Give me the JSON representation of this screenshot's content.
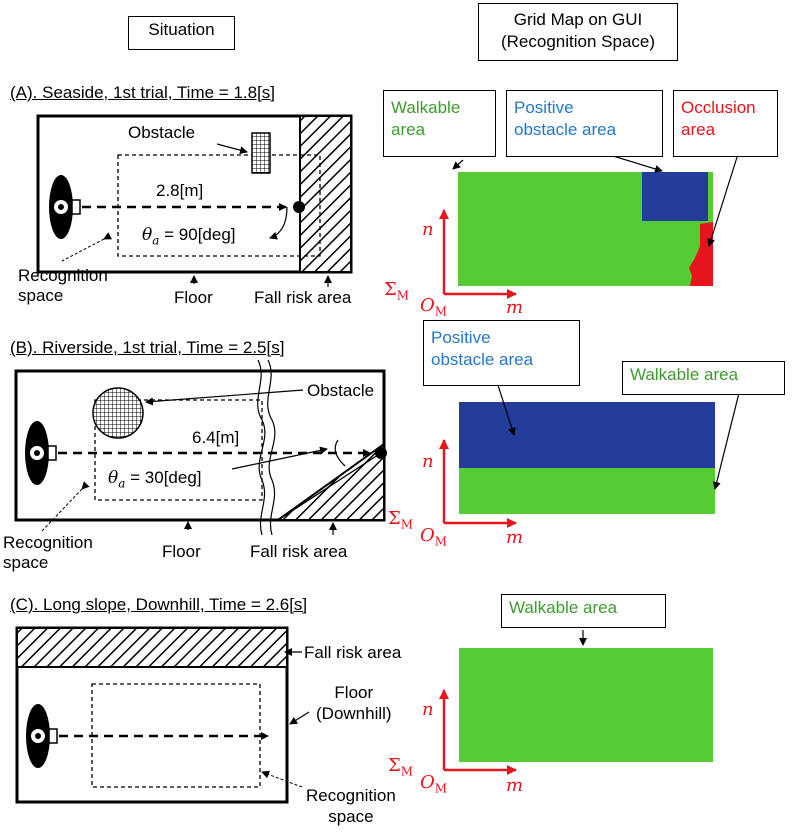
{
  "headers": {
    "situation": "Situation",
    "gui_line1": "Grid Map on GUI",
    "gui_line2": "(Recognition Space)"
  },
  "panel_a": {
    "title": "(A). Seaside, 1st trial, Time = 1.8[s]",
    "obstacle": "Obstacle",
    "distance": "2.8[m]",
    "theta_symbol": "θ",
    "theta_sub": "a",
    "theta_value": "= 90[deg]",
    "recognition_line1": "Recognition",
    "recognition_line2": "space",
    "floor": "Floor",
    "fall_risk": "Fall risk area",
    "callout_walkable_line1": "Walkable",
    "callout_walkable_line2": "area",
    "callout_positive_line1": "Positive",
    "callout_positive_line2": "obstacle area",
    "callout_occlusion_line1": "Occlusion",
    "callout_occlusion_line2": "area"
  },
  "panel_b": {
    "title": "(B). Riverside, 1st trial, Time = 2.5[s]",
    "obstacle": "Obstacle",
    "distance": "6.4[m]",
    "theta_symbol": "θ",
    "theta_sub": "a",
    "theta_value": "= 30[deg]",
    "recognition_line1": "Recognition",
    "recognition_line2": "space",
    "floor": "Floor",
    "fall_risk": "Fall risk area",
    "callout_positive_line1": "Positive",
    "callout_positive_line2": "obstacle area",
    "callout_walkable": "Walkable area"
  },
  "panel_c": {
    "title": "(C). Long slope, Downhill, Time = 2.6[s]",
    "fall_risk": "Fall risk area",
    "floor_line1": "Floor",
    "floor_line2": "(Downhill)",
    "recognition_line1": "Recognition",
    "recognition_line2": "space",
    "callout_walkable": "Walkable area"
  },
  "axes": {
    "n": "n",
    "m": "m",
    "sigma": "Σ",
    "sigma_sub": "M",
    "origin": "O",
    "origin_sub": "M"
  },
  "colors": {
    "walkable": "#55cc33",
    "positive_obstacle": "#253d9a",
    "occlusion": "#e8141b",
    "axis": "#e8141b",
    "walkable_text": "#3e9b2e",
    "positive_text": "#2277cc",
    "occlusion_text": "#e8141b"
  }
}
